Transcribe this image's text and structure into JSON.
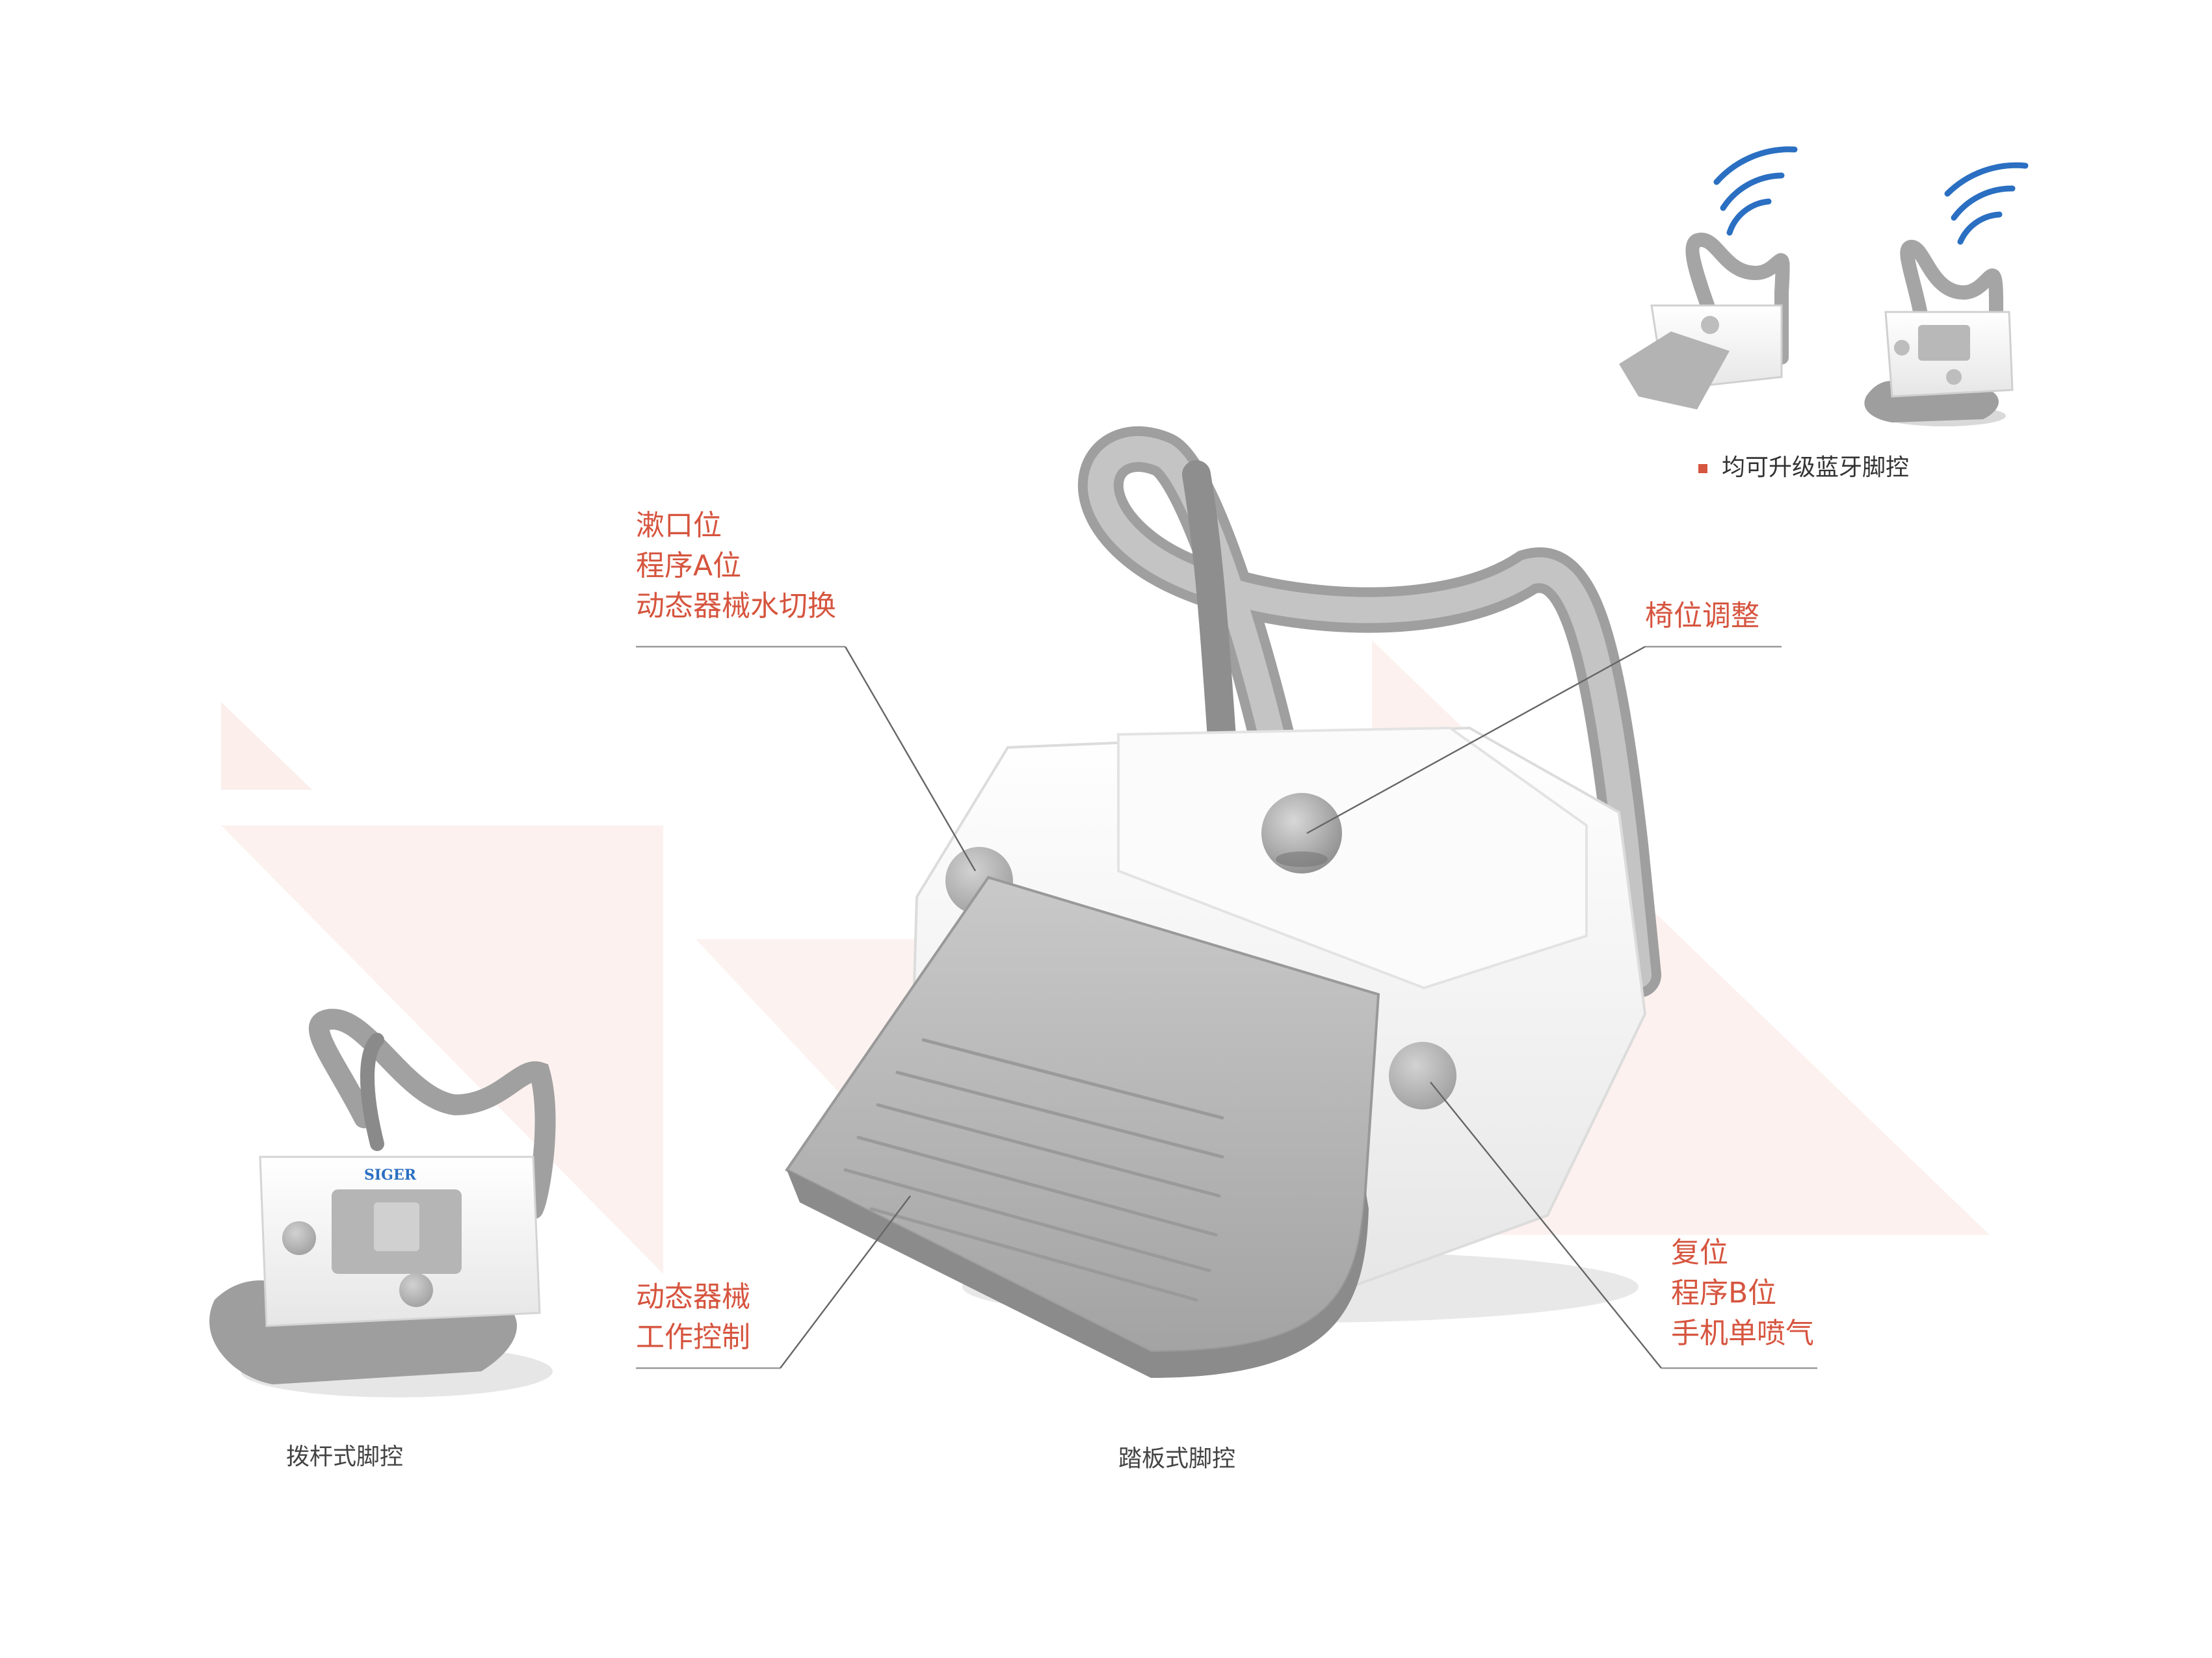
{
  "annotations": {
    "left_top": [
      "漱口位",
      "程序A位",
      "动态器械水切换"
    ],
    "right_top": [
      "椅位调整"
    ],
    "left_bottom": [
      "动态器械",
      "工作控制"
    ],
    "right_bottom": [
      "复位",
      "程序B位",
      "手机单喷气"
    ]
  },
  "captions": {
    "lever": "拨杆式脚控",
    "pedal": "踏板式脚控",
    "bluetooth": "均可升级蓝牙脚控"
  },
  "logo_text": "SIGER",
  "colors": {
    "accent": "#d6553f",
    "wireless_blue": "#2a6fc2",
    "device_gray": "#a9a9a9",
    "device_white": "#f6f6f6",
    "bg_triangle": "#fbeeeb"
  }
}
